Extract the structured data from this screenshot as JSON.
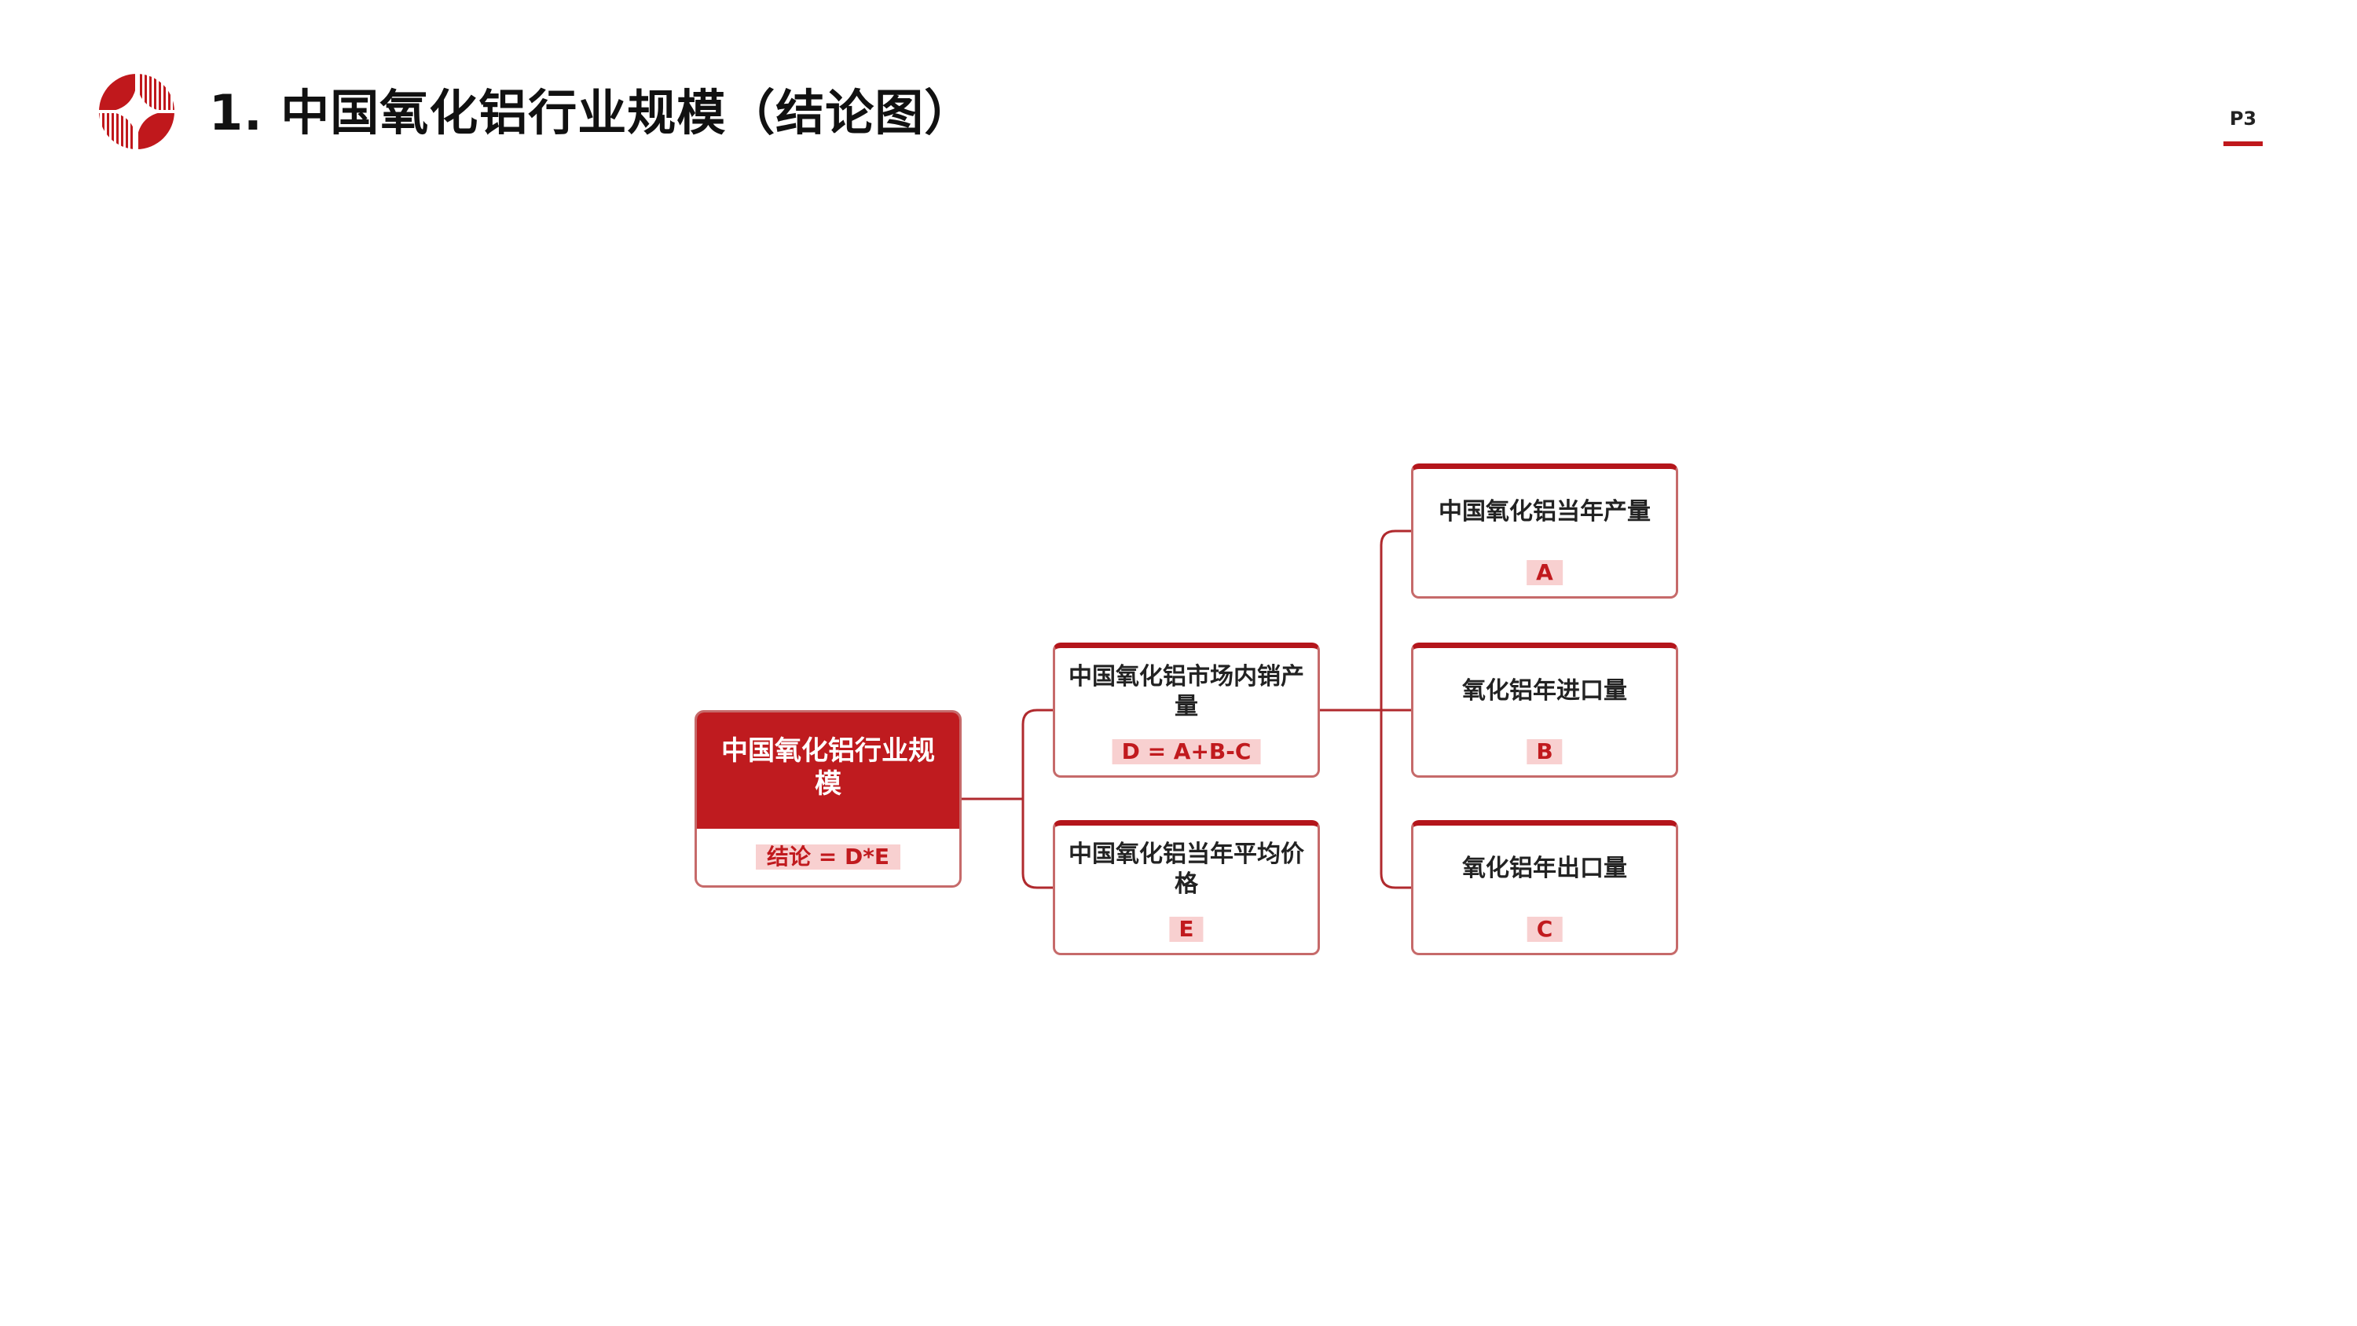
{
  "header": {
    "title": "1.  中国氧化铝行业规模（结论图）",
    "page_number": "P3"
  },
  "colors": {
    "accent": "#bf1b1f",
    "tag_background": "#f8d0d0",
    "border": "#c66a6a"
  },
  "diagram": {
    "root": {
      "label": "中国氧化铝行业规模",
      "tag": "结论 = D*E"
    },
    "level1": [
      {
        "label": "中国氧化铝市场内销产量",
        "tag": "D = A+B-C"
      },
      {
        "label": "中国氧化铝当年平均价格",
        "tag": "E"
      }
    ],
    "level2": [
      {
        "label": "中国氧化铝当年产量",
        "tag": "A"
      },
      {
        "label": "氧化铝年进口量",
        "tag": "B"
      },
      {
        "label": "氧化铝年出口量",
        "tag": "C"
      }
    ]
  }
}
